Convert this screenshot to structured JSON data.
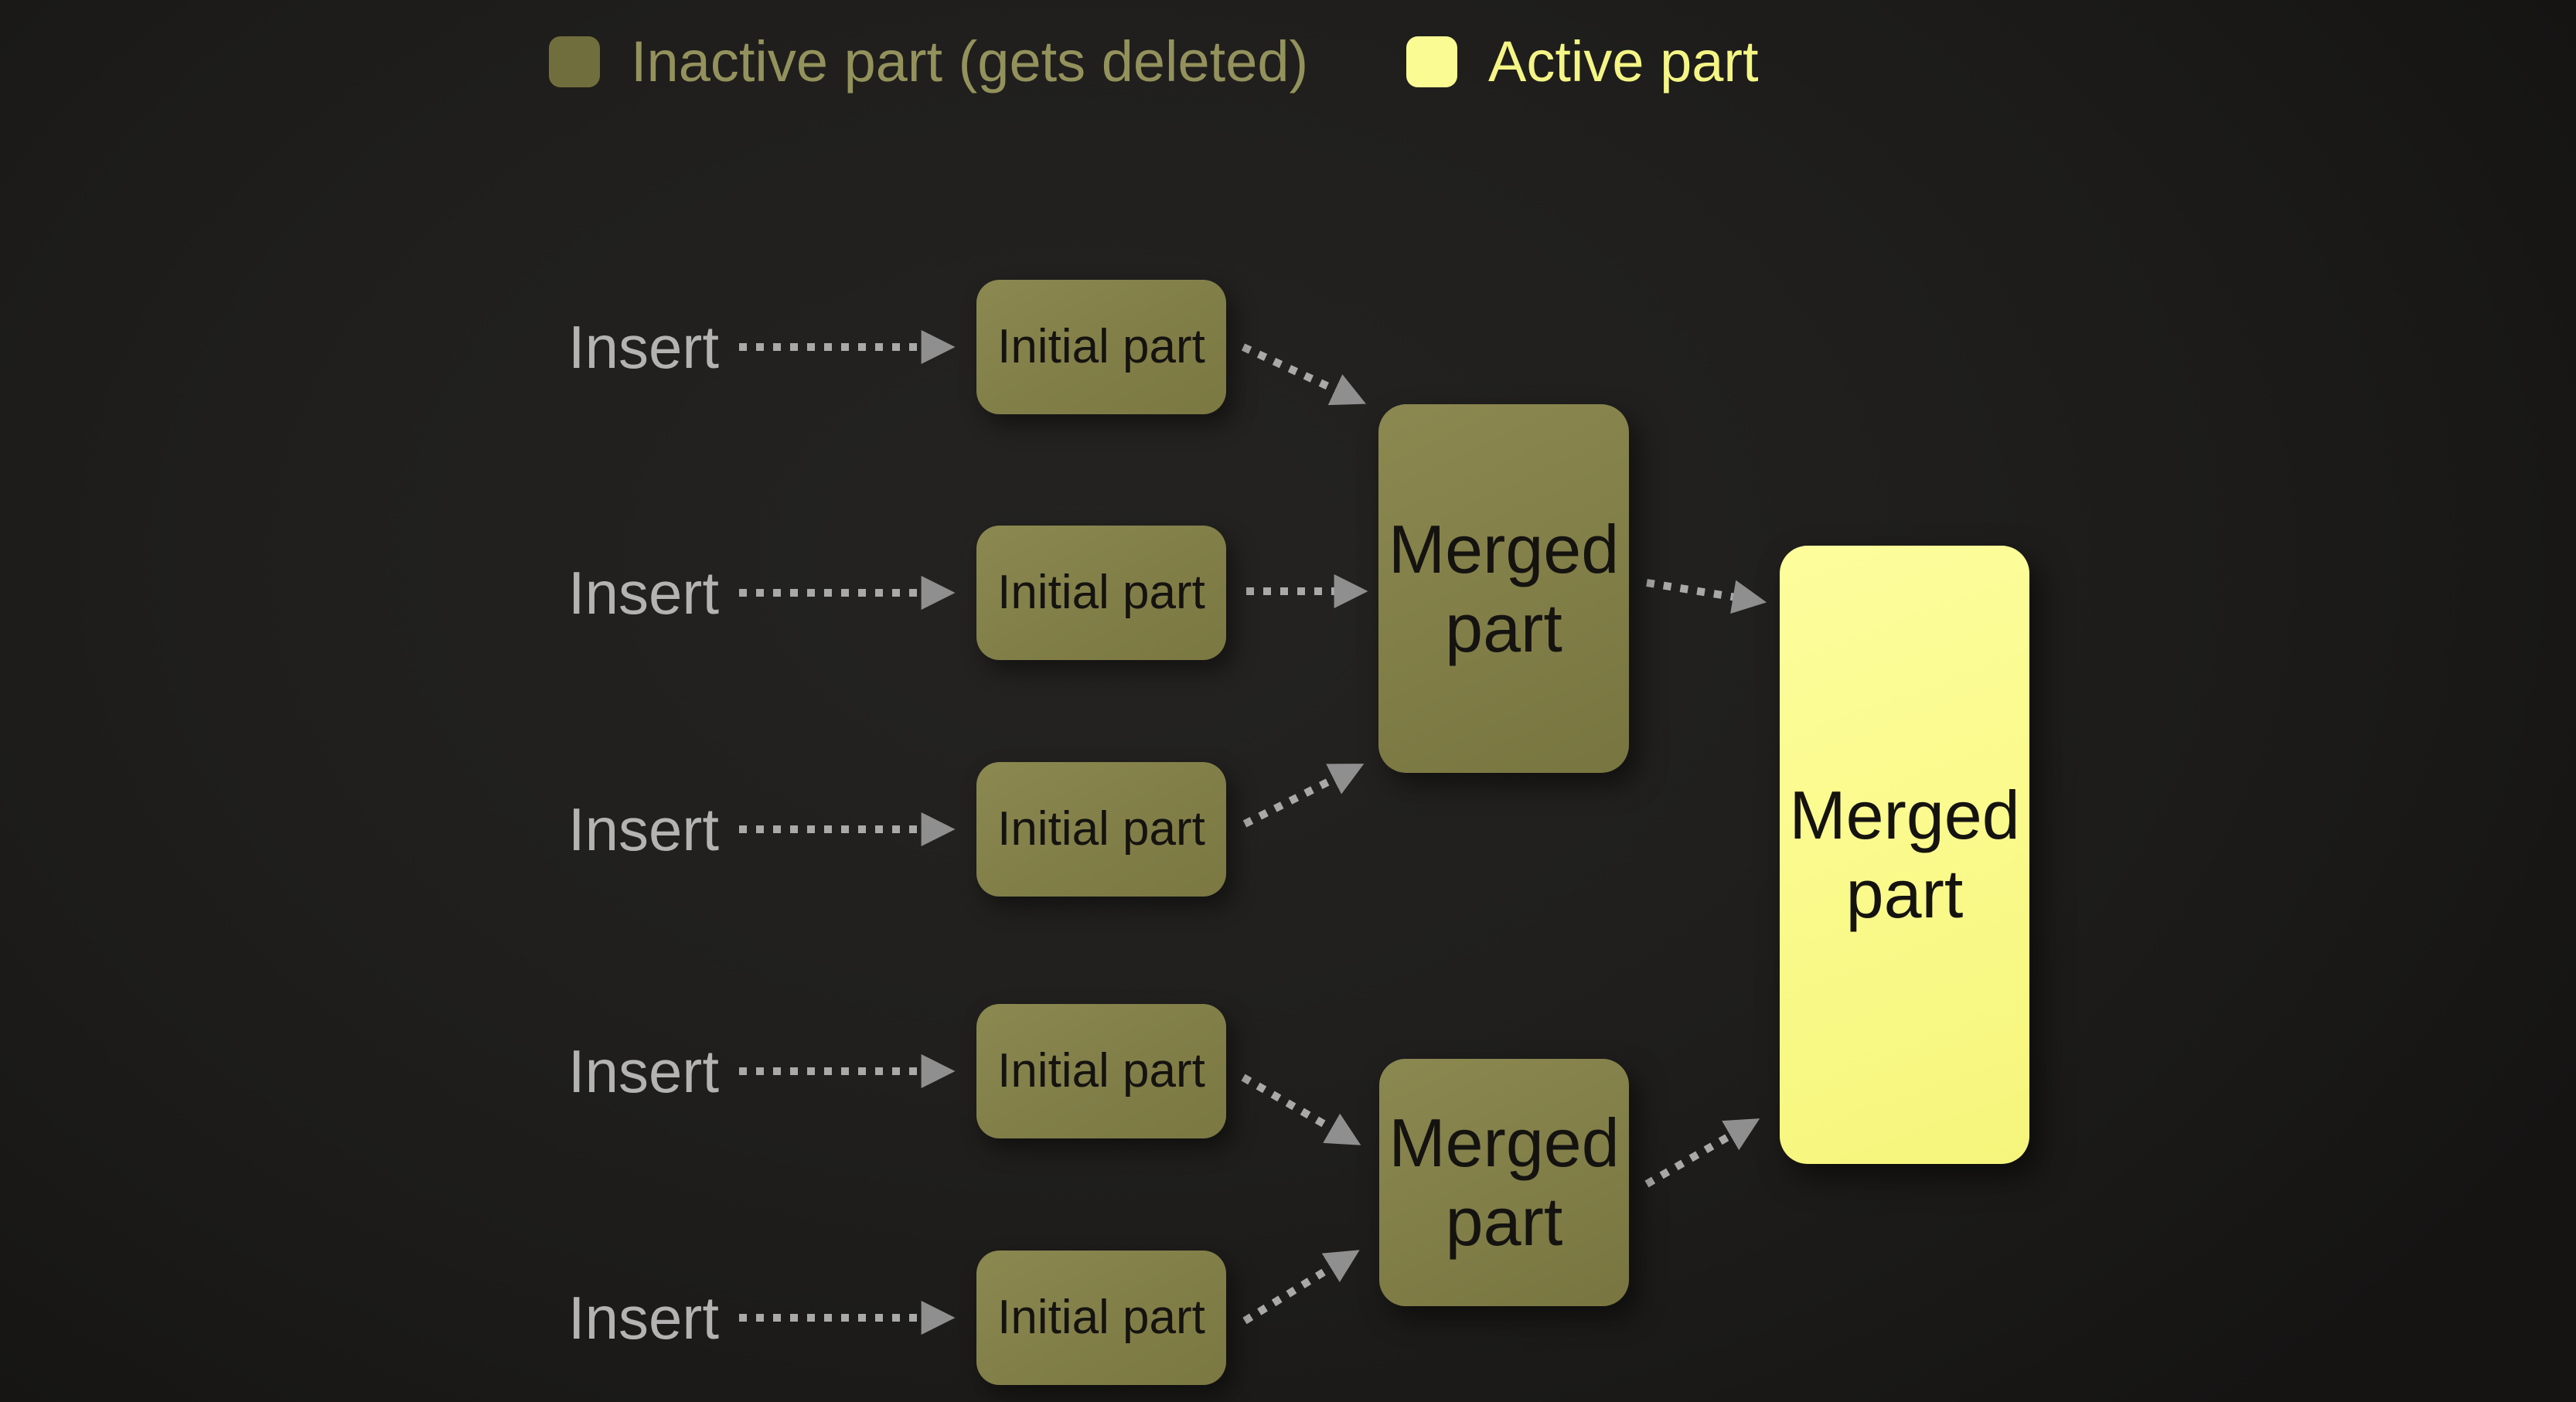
{
  "legend": {
    "inactive_label": "Inactive part (gets deleted)",
    "active_label": "Active part"
  },
  "nodes": {
    "insert_labels": [
      "Insert",
      "Insert",
      "Insert",
      "Insert",
      "Insert"
    ],
    "initial_parts": [
      "Initial part",
      "Initial part",
      "Initial part",
      "Initial part",
      "Initial part"
    ],
    "merged_intermediate": [
      "Merged part",
      "Merged part"
    ],
    "merged_final": "Merged part"
  },
  "colors": {
    "background": "#1e1d1b",
    "inactive_fill": "#817e48",
    "active_fill": "#fafa8c",
    "legend_inactive_swatch": "#716e3d",
    "legend_active_swatch": "#fbfb93",
    "legend_inactive_text": "#94925c",
    "legend_active_text": "#f5f585",
    "insert_text": "#b3b3b3",
    "box_text": "#151310",
    "arrow": "#a9a9a9",
    "arrowhead": "#8f8f8f"
  }
}
